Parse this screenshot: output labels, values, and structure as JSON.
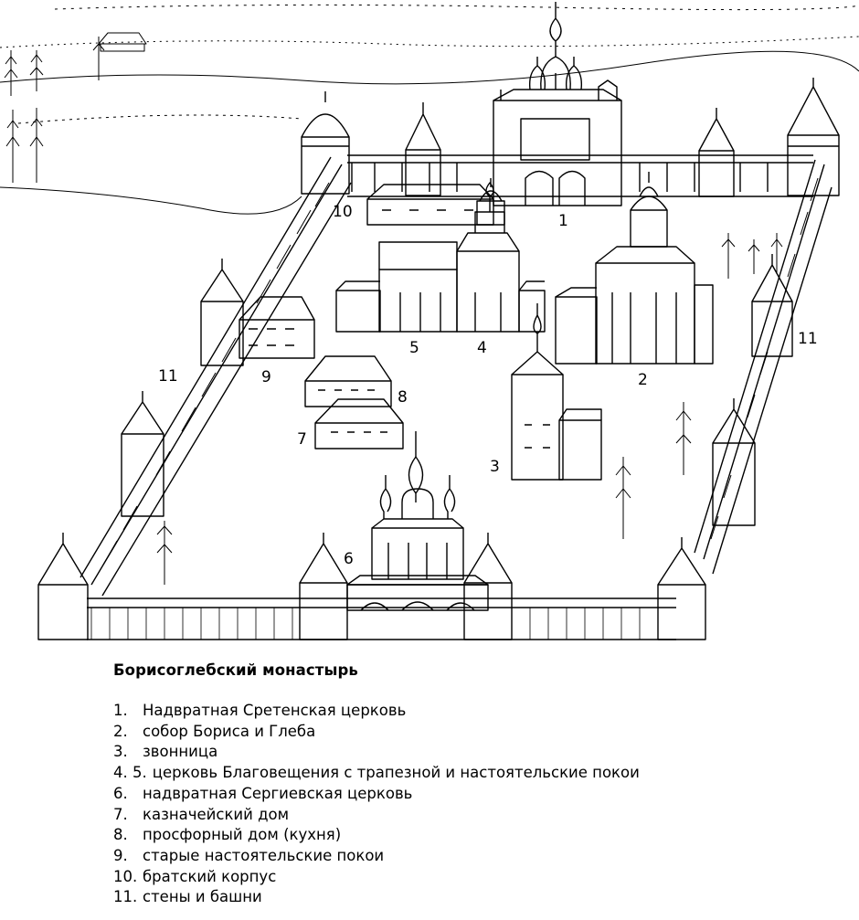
{
  "title": "Борисоглебский монастырь",
  "markers": [
    "1",
    "2",
    "3",
    "4",
    "5",
    "6",
    "7",
    "8",
    "9",
    "10",
    "11",
    "11"
  ],
  "legend": [
    {
      "num": "1.",
      "text": "Надвратная Сретенская церковь"
    },
    {
      "num": "2.",
      "text": "собор Бориса и Глеба"
    },
    {
      "num": "3.",
      "text": "звонница"
    },
    {
      "num": "4. 5.",
      "text": "церковь Благовещения с трапезной и настоятельские покои"
    },
    {
      "num": "6.",
      "text": "надвратная Сергиевская церковь"
    },
    {
      "num": "7.",
      "text": "казначейский дом"
    },
    {
      "num": "8.",
      "text": "просфорный дом (кухня)"
    },
    {
      "num": "9.",
      "text": "старые настоятельские покои"
    },
    {
      "num": "10.",
      "text": "братский корпус"
    },
    {
      "num": "11.",
      "text": "стены и башни"
    }
  ]
}
